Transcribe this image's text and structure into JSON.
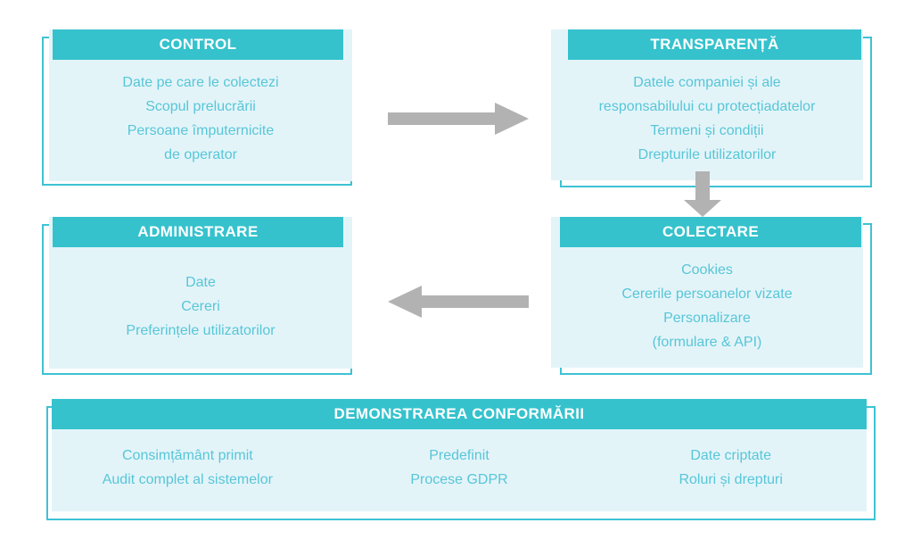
{
  "colors": {
    "header_teal": "#35c2cd",
    "outline_teal": "#3ec2d5",
    "panel_fill": "#e3f4f9",
    "body_text_teal": "#57c6d7",
    "header_text": "#ffffff",
    "arrow_gray": "#b2b2b2"
  },
  "icons": {
    "flow_right": "arrow-right-icon",
    "flow_down": "arrow-down-icon",
    "flow_left": "arrow-left-icon"
  },
  "cards": {
    "control": {
      "title": "CONTROL",
      "lines": [
        "Date pe care le colectezi",
        "Scopul prelucrării",
        "Persoane împuternicite",
        "de operator"
      ]
    },
    "transparenta": {
      "title": "TRANSPARENȚĂ",
      "lines": [
        "Datele companiei și ale",
        "responsabilului cu protecțiadatelor",
        "Termeni și condiții",
        "Drepturile utilizatorilor"
      ]
    },
    "administrare": {
      "title": "ADMINISTRARE",
      "lines": [
        "Date",
        "Cereri",
        "Preferințele utilizatorilor"
      ]
    },
    "colectare": {
      "title": "COLECTARE",
      "lines": [
        "Cookies",
        "Cererile persoanelor vizate",
        "Personalizare",
        "(formulare & API)"
      ]
    },
    "conformare": {
      "title": "DEMONSTRAREA CONFORMĂRII",
      "col1": [
        "Consimțământ primit",
        "Audit complet al sistemelor"
      ],
      "col2": [
        "Predefinit",
        "Procese GDPR"
      ],
      "col3": [
        "Date criptate",
        "Roluri și drepturi"
      ]
    }
  }
}
